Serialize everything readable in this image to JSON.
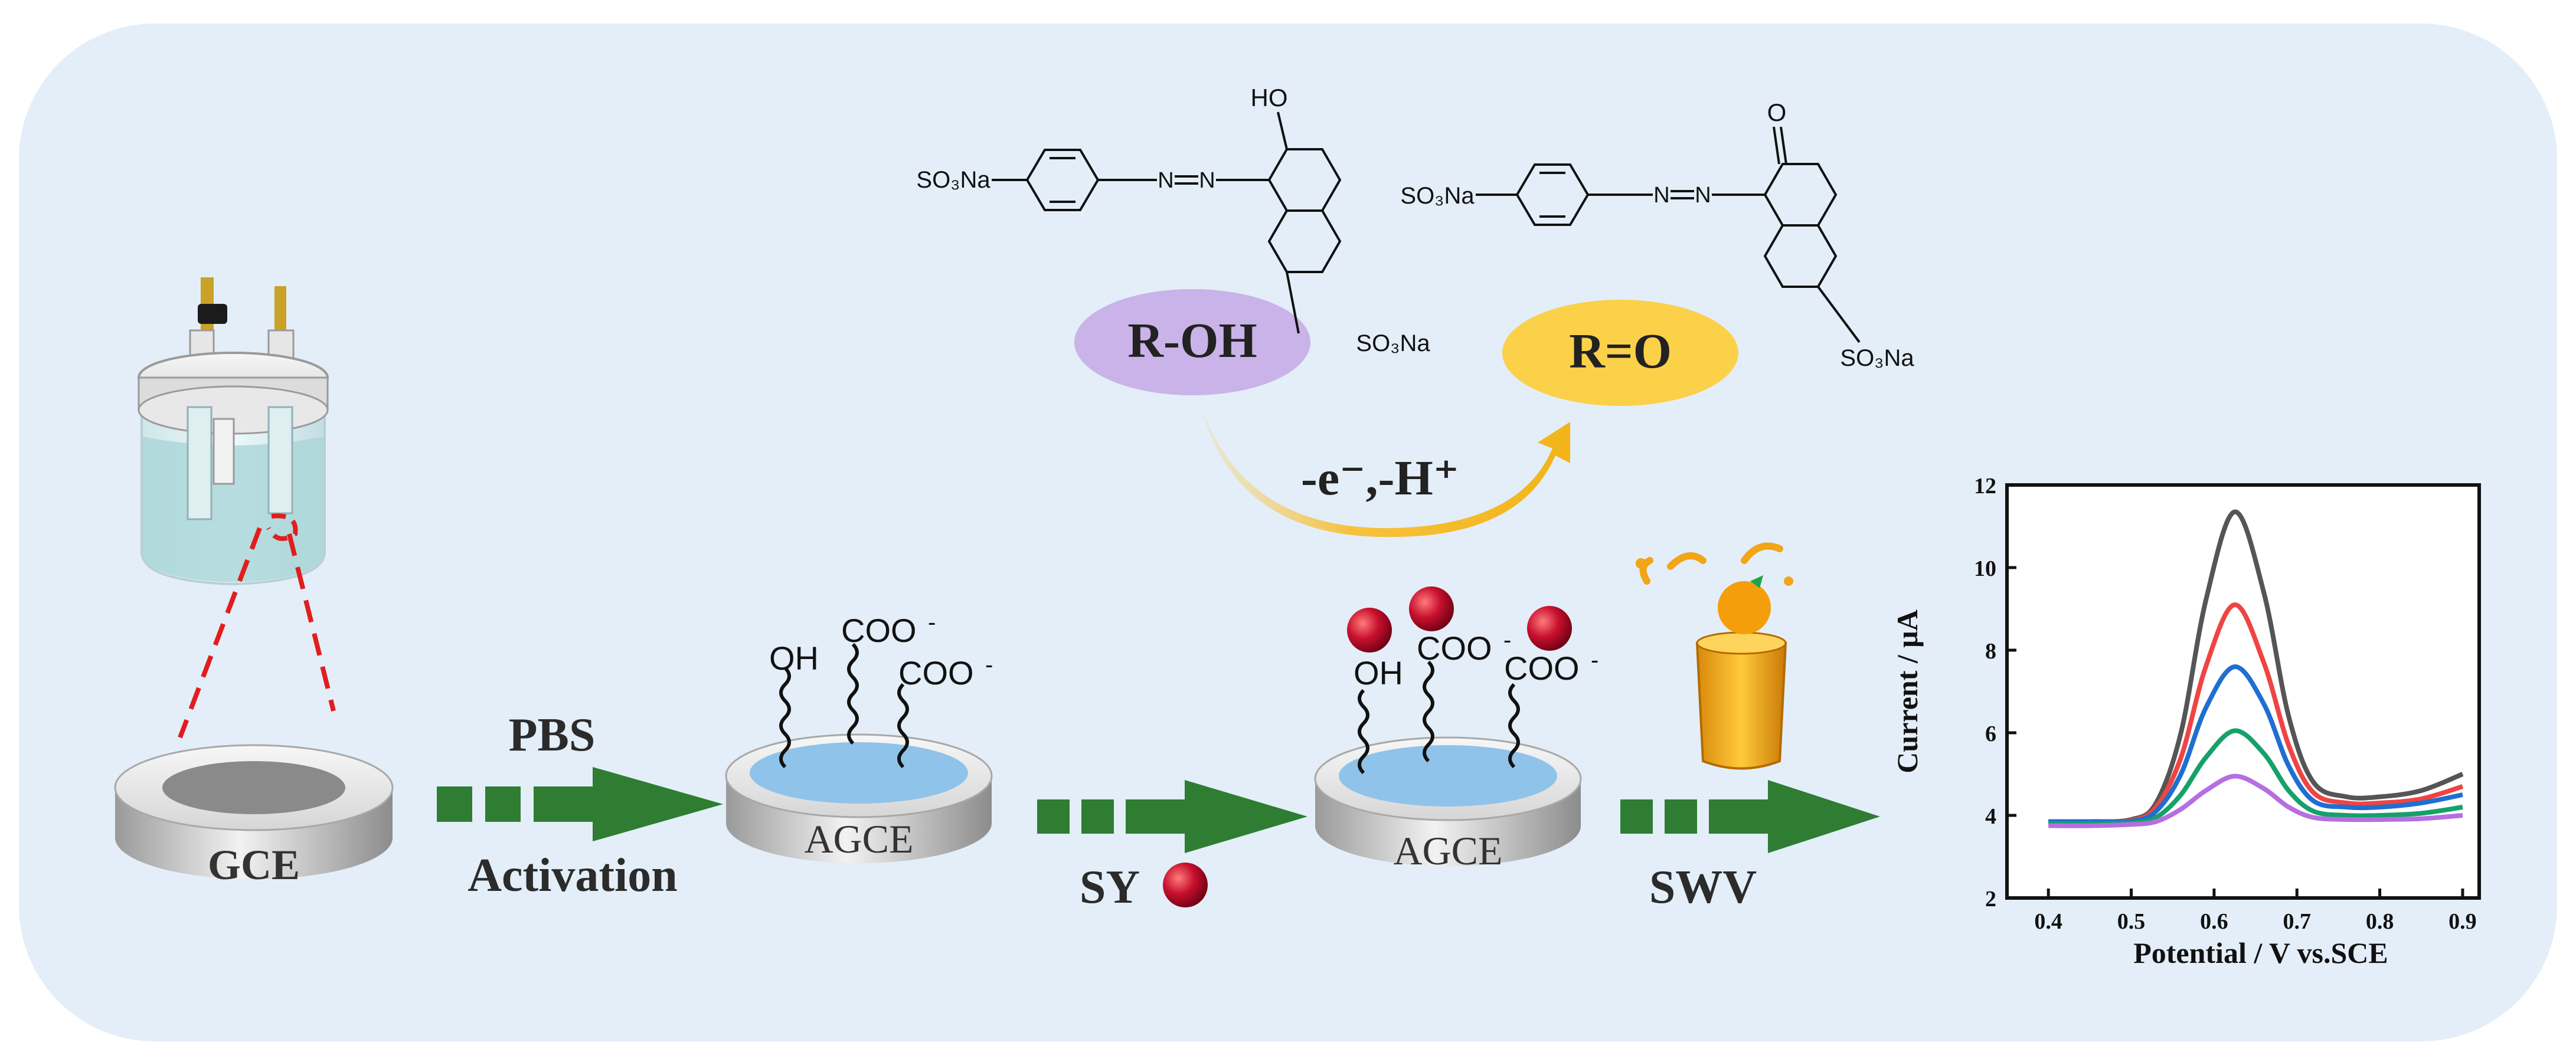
{
  "colors": {
    "panel": "#e3eef8",
    "arrow_green": "#2e7d32",
    "bubble_purple": "#c9b3e8",
    "bubble_yellow": "#fbd14a",
    "reaction_arrow": "#f6c23e",
    "electrode_fill": "#8fc3ea",
    "ball_red": "#c8102e",
    "curve_colors": [
      "#555555",
      "#ef4444",
      "#1f6fd1",
      "#16a06a",
      "#b56fe0"
    ]
  },
  "labels": {
    "gce": "GCE",
    "agce_1": "AGCE",
    "agce_2": "AGCE",
    "pbs": "PBS",
    "activation": "Activation",
    "sy": "SY",
    "swv": "SWV"
  },
  "groups": {
    "oh": "OH",
    "coo": "COO",
    "minus": "-"
  },
  "reaction": {
    "reactant": "R-OH",
    "product": "R=O",
    "condition": "-e⁻,-H⁺"
  },
  "molecule_left": {
    "oh": "HO",
    "so3na_left": "SO₃Na",
    "so3na_bottom": "SO₃Na",
    "n_atom_1": "N",
    "n_atom_2": "N"
  },
  "molecule_right": {
    "o": "O",
    "so3na_left": "SO₃Na",
    "so3na_bottom": "SO₃Na",
    "n_atom_1": "N",
    "n_atom_2": "N"
  },
  "chart_data": {
    "type": "line",
    "title": "",
    "xlabel": "Potential / V vs.SCE",
    "ylabel": "Current / μA",
    "xlim": [
      0.35,
      0.92
    ],
    "ylim": [
      2,
      12
    ],
    "x_ticks": [
      "0.4",
      "0.5",
      "0.6",
      "0.7",
      "0.8",
      "0.9"
    ],
    "y_ticks": [
      "2",
      "4",
      "6",
      "8",
      "10",
      "12"
    ],
    "grid": false,
    "legend": "none",
    "peak_potential": 0.625,
    "series": [
      {
        "color": "#555555",
        "x": [
          0.4,
          0.45,
          0.5,
          0.53,
          0.56,
          0.59,
          0.625,
          0.66,
          0.69,
          0.72,
          0.76,
          0.8,
          0.85,
          0.9
        ],
        "y": [
          3.85,
          3.85,
          3.9,
          4.3,
          6.0,
          9.2,
          11.35,
          9.4,
          6.4,
          4.8,
          4.45,
          4.45,
          4.6,
          5.0
        ]
      },
      {
        "color": "#ef4444",
        "x": [
          0.4,
          0.45,
          0.5,
          0.53,
          0.56,
          0.59,
          0.625,
          0.66,
          0.69,
          0.72,
          0.76,
          0.8,
          0.85,
          0.9
        ],
        "y": [
          3.85,
          3.85,
          3.88,
          4.2,
          5.4,
          7.6,
          9.1,
          7.7,
          5.7,
          4.55,
          4.3,
          4.3,
          4.4,
          4.7
        ]
      },
      {
        "color": "#1f6fd1",
        "x": [
          0.4,
          0.45,
          0.5,
          0.53,
          0.56,
          0.59,
          0.625,
          0.66,
          0.69,
          0.72,
          0.76,
          0.8,
          0.85,
          0.9
        ],
        "y": [
          3.85,
          3.85,
          3.86,
          4.1,
          5.0,
          6.6,
          7.6,
          6.7,
          5.2,
          4.35,
          4.2,
          4.2,
          4.3,
          4.5
        ]
      },
      {
        "color": "#16a06a",
        "x": [
          0.4,
          0.45,
          0.5,
          0.53,
          0.56,
          0.59,
          0.625,
          0.66,
          0.69,
          0.72,
          0.76,
          0.8,
          0.85,
          0.9
        ],
        "y": [
          3.8,
          3.8,
          3.82,
          3.95,
          4.5,
          5.4,
          6.05,
          5.5,
          4.6,
          4.1,
          4.0,
          4.0,
          4.05,
          4.2
        ]
      },
      {
        "color": "#b56fe0",
        "x": [
          0.4,
          0.45,
          0.5,
          0.53,
          0.56,
          0.59,
          0.625,
          0.66,
          0.69,
          0.72,
          0.76,
          0.8,
          0.85,
          0.9
        ],
        "y": [
          3.75,
          3.75,
          3.78,
          3.85,
          4.15,
          4.6,
          4.95,
          4.65,
          4.2,
          3.95,
          3.9,
          3.9,
          3.92,
          4.0
        ]
      }
    ]
  }
}
